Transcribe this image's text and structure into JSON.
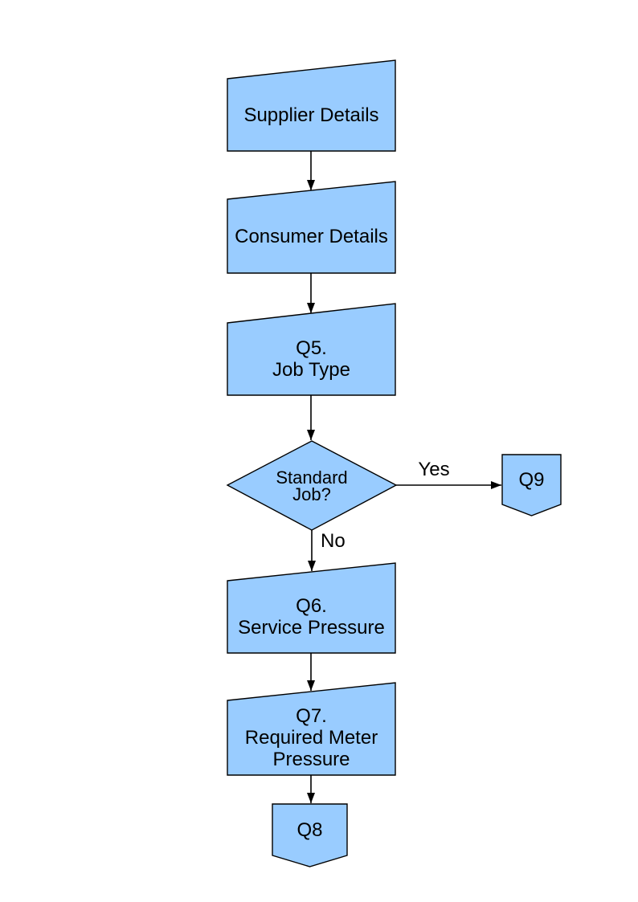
{
  "diagram": {
    "colors": {
      "node_fill": "#99CCFF",
      "node_border": "#000000",
      "connector": "#000000",
      "text": "#000000",
      "page_bg": "#FFFFFF"
    },
    "nodes": {
      "supplier": {
        "type": "manual-input",
        "lines": [
          "Supplier Details"
        ]
      },
      "consumer": {
        "type": "manual-input",
        "lines": [
          "Consumer Details"
        ]
      },
      "q5": {
        "type": "manual-input",
        "lines": [
          "Q5.",
          "Job Type"
        ]
      },
      "decision": {
        "type": "decision",
        "lines": [
          "Standard",
          "Job?"
        ]
      },
      "q9": {
        "type": "off-page-connector",
        "lines": [
          "Q9"
        ]
      },
      "q6": {
        "type": "manual-input",
        "lines": [
          "Q6.",
          "Service Pressure"
        ]
      },
      "q7": {
        "type": "manual-input",
        "lines": [
          "Q7.",
          "Required Meter",
          "Pressure"
        ]
      },
      "q8": {
        "type": "off-page-connector",
        "lines": [
          "Q8"
        ]
      }
    },
    "edge_labels": {
      "yes": "Yes",
      "no": "No"
    }
  }
}
